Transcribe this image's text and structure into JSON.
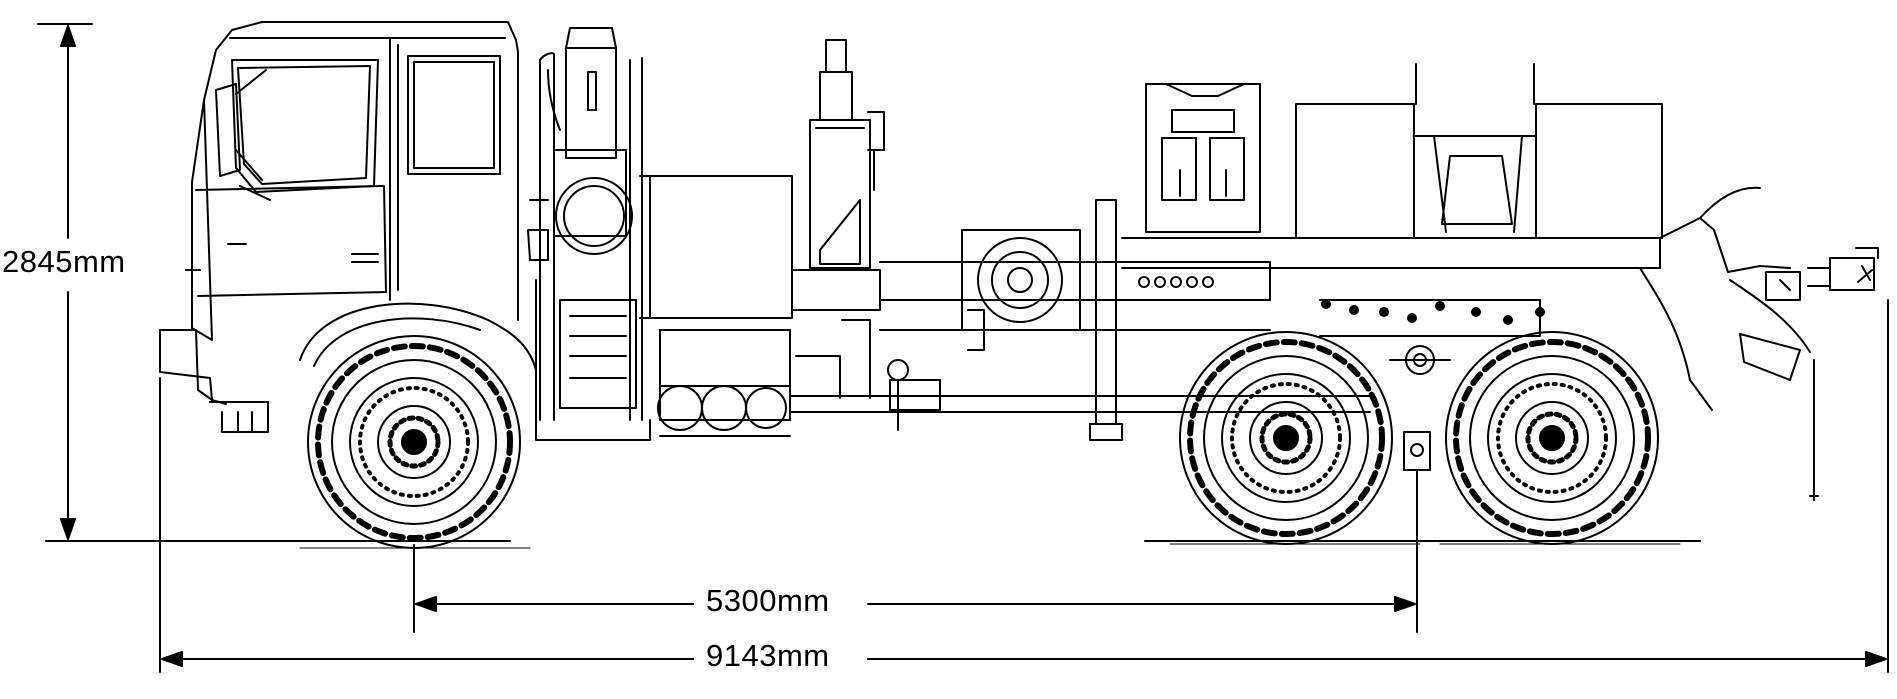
{
  "diagram": {
    "subject": "6x6 truck tractor side elevation",
    "dimensions": {
      "overall_height": "2845mm",
      "wheelbase": "5300mm",
      "overall_length": "9143mm"
    },
    "line_color": "#000000",
    "background": "#ffffff"
  }
}
